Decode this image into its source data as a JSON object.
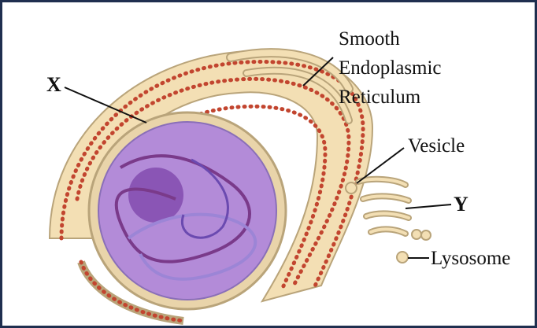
{
  "diagram": {
    "labels": {
      "x": "X",
      "y": "Y",
      "ser_line1": "Smooth",
      "ser_line2": "Endoplasmic",
      "ser_line3": "Reticulum",
      "vesicle": "Vesicle",
      "lysosome": "Lysosome"
    },
    "colors": {
      "frame": "#1f2f4f",
      "membrane_fill": "#f3dfb4",
      "membrane_stroke": "#b9a47a",
      "ribosome": "#c2452f",
      "nucleus": "#b38bd8",
      "nucleus_envelope": "#e9d4aa",
      "nucleolus": "#8a55b5",
      "chromatin_dark": "#7a3a8a",
      "chromatin_light": "#9c85d6"
    }
  }
}
